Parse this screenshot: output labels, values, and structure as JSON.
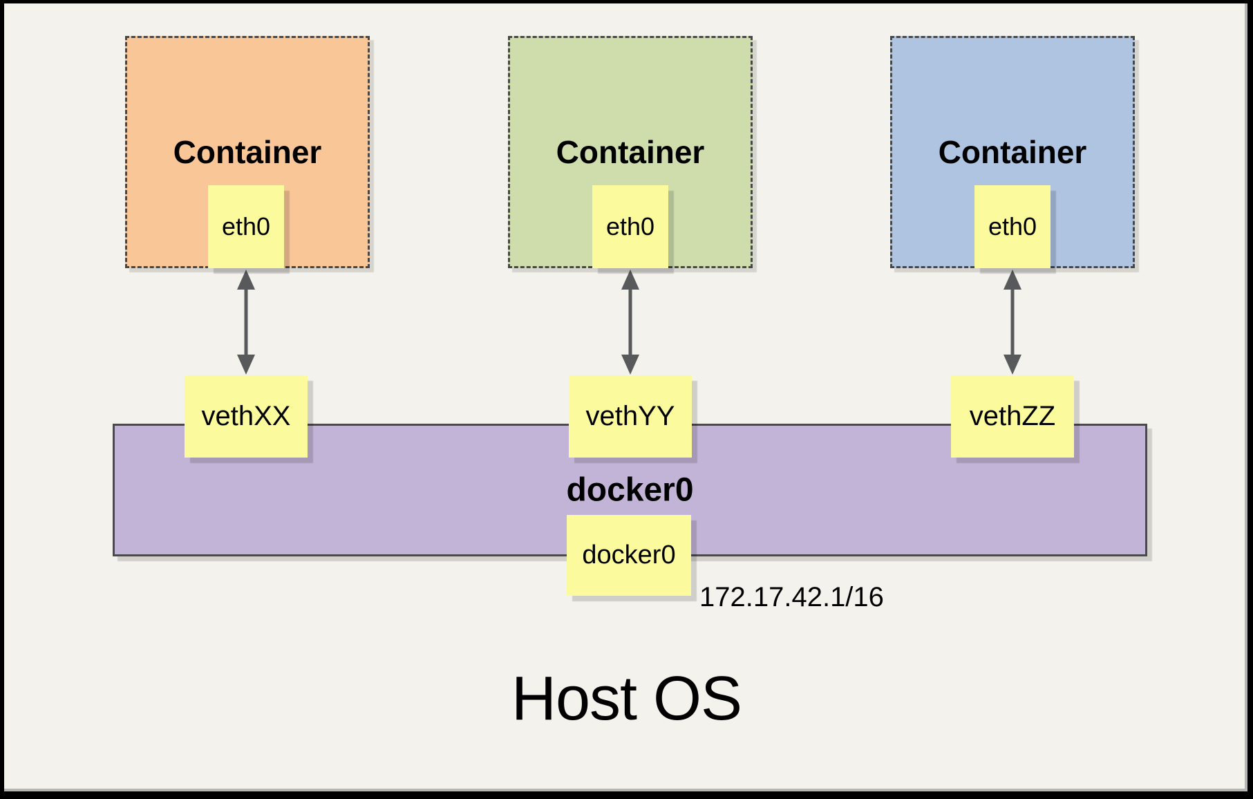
{
  "containers": [
    {
      "label": "Container",
      "interface_label": "eth0",
      "veth_label": "vethXX",
      "fill": "#F9C697"
    },
    {
      "label": "Container",
      "interface_label": "eth0",
      "veth_label": "vethYY",
      "fill": "#CFDDAD"
    },
    {
      "label": "Container",
      "interface_label": "eth0",
      "veth_label": "vethZZ",
      "fill": "#AEC4E1"
    }
  ],
  "bridge": {
    "label": "docker0",
    "interface_label": "docker0",
    "ip": "172.17.42.1/16",
    "fill": "#C2B4D6"
  },
  "host_label": "Host OS",
  "colors": {
    "background": "#F4F2EC",
    "node_fill": "#FBFB9D",
    "dashed_border": "#474747",
    "bridge_border": "#4A4A4A",
    "arrow": "#58595B",
    "text": "#000000"
  }
}
